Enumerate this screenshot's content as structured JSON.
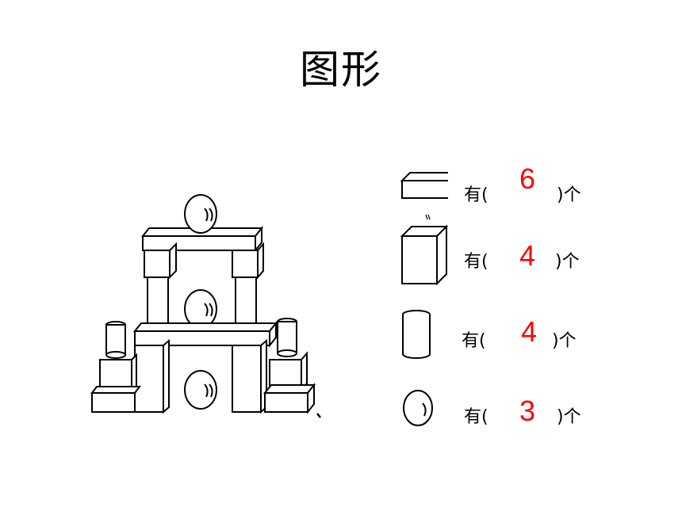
{
  "page": {
    "title": "图形"
  },
  "answers": {
    "rows": [
      {
        "shape": "cuboid-icon",
        "prefix": "有(",
        "count": "6",
        "suffix": ")个"
      },
      {
        "shape": "cube-icon",
        "prefix": "有(",
        "count": "4",
        "suffix": ")个"
      },
      {
        "shape": "cylinder-icon",
        "prefix": "有(",
        "count": "4",
        "suffix": ")个"
      },
      {
        "shape": "sphere-icon",
        "prefix": "有(",
        "count": "3",
        "suffix": ")个"
      }
    ]
  },
  "colors": {
    "answer": "#ff0000",
    "line": "#000000"
  }
}
